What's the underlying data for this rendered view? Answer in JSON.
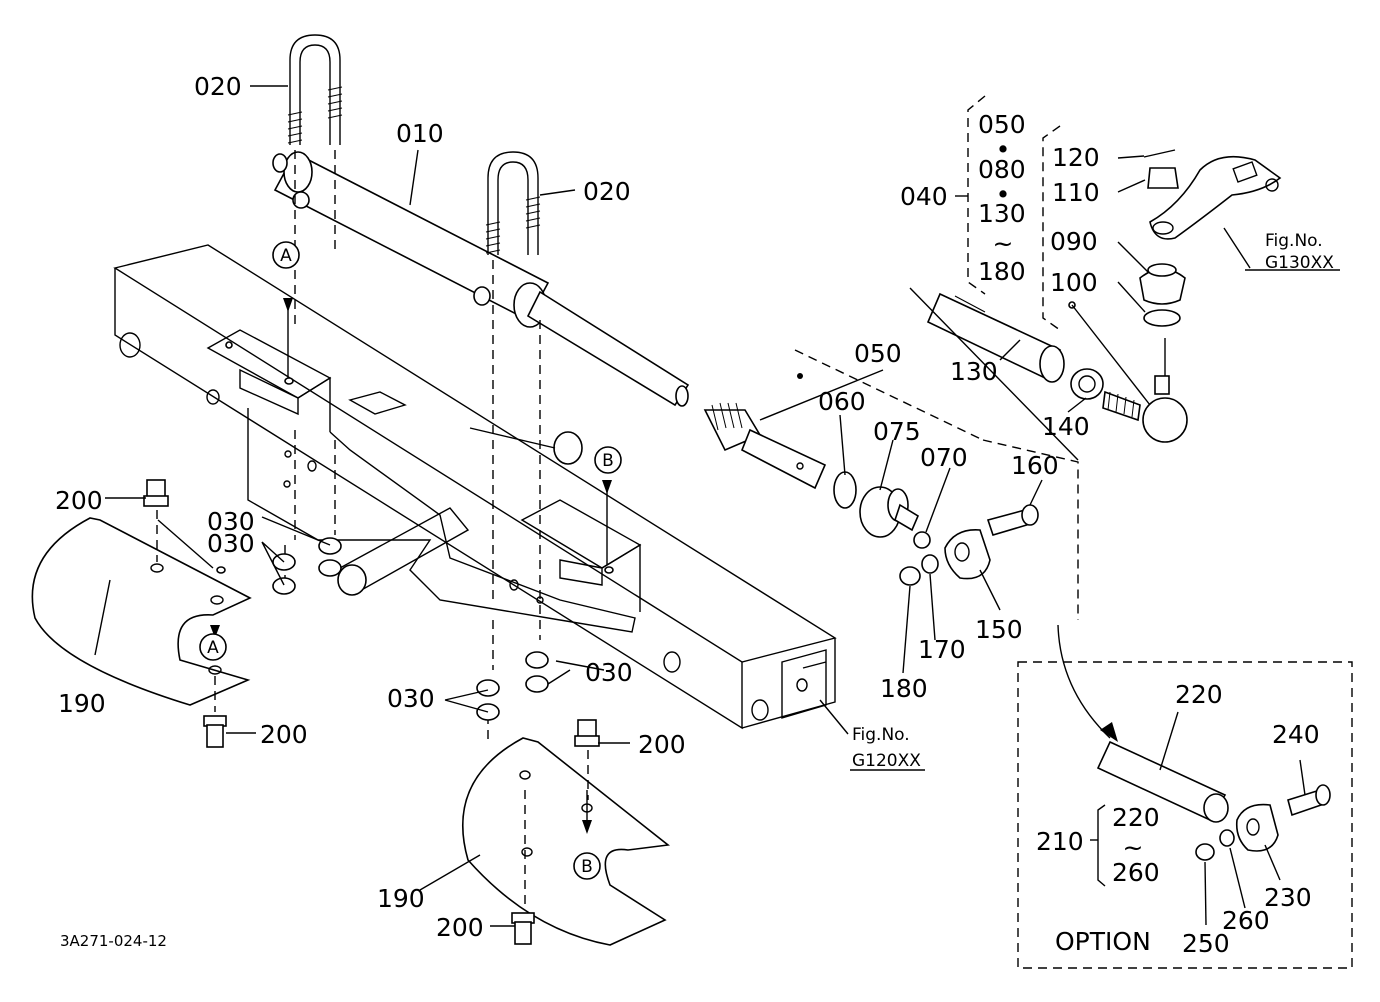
{
  "labels": {
    "p010": "010",
    "p020a": "020",
    "p020b": "020",
    "p030a": "030",
    "p030b": "030",
    "p030c": "030",
    "p030d": "030",
    "p040": "040",
    "p050top": "050",
    "p050": "050",
    "p060": "060",
    "p070": "070",
    "p075": "075",
    "p080": "080",
    "p090": "090",
    "p100": "100",
    "p110": "110",
    "p120": "120",
    "p130top": "130",
    "p130": "130",
    "p140": "140",
    "p150": "150",
    "p160": "160",
    "p170": "170",
    "p180top": "180",
    "p180": "180",
    "p190a": "190",
    "p190b": "190",
    "p200a": "200",
    "p200b": "200",
    "p200c": "200",
    "p200d": "200",
    "p210": "210",
    "p220top": "220",
    "p220": "220",
    "p230": "230",
    "p240": "240",
    "p250": "250",
    "p260top": "260",
    "p260": "260"
  },
  "refs": {
    "A": "A",
    "B": "B"
  },
  "figs": {
    "fig_label": "Fig.No.",
    "g130": "G130XX",
    "g120": "G120XX"
  },
  "option_label": "OPTION",
  "diagram_code": "3A271-024-12",
  "glyphs": {
    "dot": "•",
    "tilde": "~"
  }
}
